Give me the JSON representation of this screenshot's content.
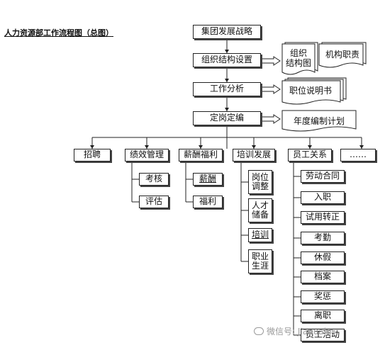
{
  "title": "人力资源部工作流程图（总图）",
  "chain": {
    "strategy": "集团发展战略",
    "org_setup": "组织结构设置",
    "job_analysis": "工作分析",
    "staffing": "定岗定编"
  },
  "docs": {
    "org_chart": "组织\n结构图",
    "org_duties": "机构职责",
    "job_desc": "职位说明书",
    "annual_plan": "年度编制计划"
  },
  "branches": {
    "recruit": "招聘",
    "performance": "绩效管理",
    "salary": "薪酬福利",
    "training": "培训发展",
    "relations": "员工关系",
    "more": "……"
  },
  "performance_items": [
    "考核",
    "评估"
  ],
  "salary_items": [
    "薪酬",
    "福利"
  ],
  "training_items": [
    "岗位调整",
    "人才储备",
    "培训",
    "职业生涯"
  ],
  "relations_items": [
    "劳动合同",
    "入职",
    "试用转正",
    "考勤",
    "休假",
    "档案",
    "奖惩",
    "离职",
    "员工活动"
  ],
  "watermark": "微信号: Jianuahr"
}
